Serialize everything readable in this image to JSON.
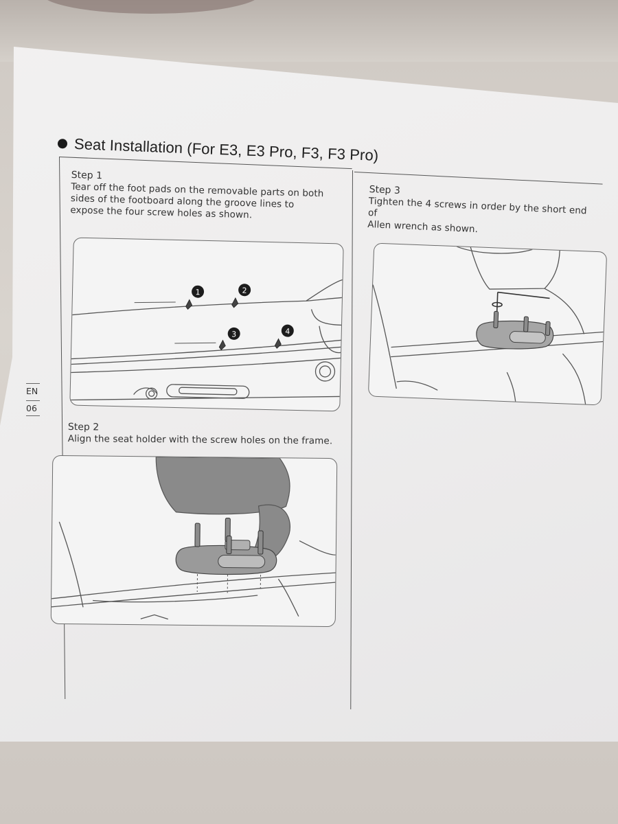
{
  "document": {
    "title": "Seat Installation (For E3, E3 Pro, F3, F3 Pro)",
    "side_tab": {
      "language": "EN",
      "page": "06"
    }
  },
  "steps": [
    {
      "label": "Step 1",
      "description": "Tear off the foot pads on the removable parts on both\nsides of the footboard along the groove lines to\nexpose the four screw holes as shown.",
      "callouts": [
        "1",
        "2",
        "3",
        "4"
      ]
    },
    {
      "label": "Step 2",
      "description": "Align the seat holder with the screw holes on the frame."
    },
    {
      "label": "Step 3",
      "description": "Tighten the 4 screws in order by the short end of\nAllen wrench as shown."
    }
  ]
}
